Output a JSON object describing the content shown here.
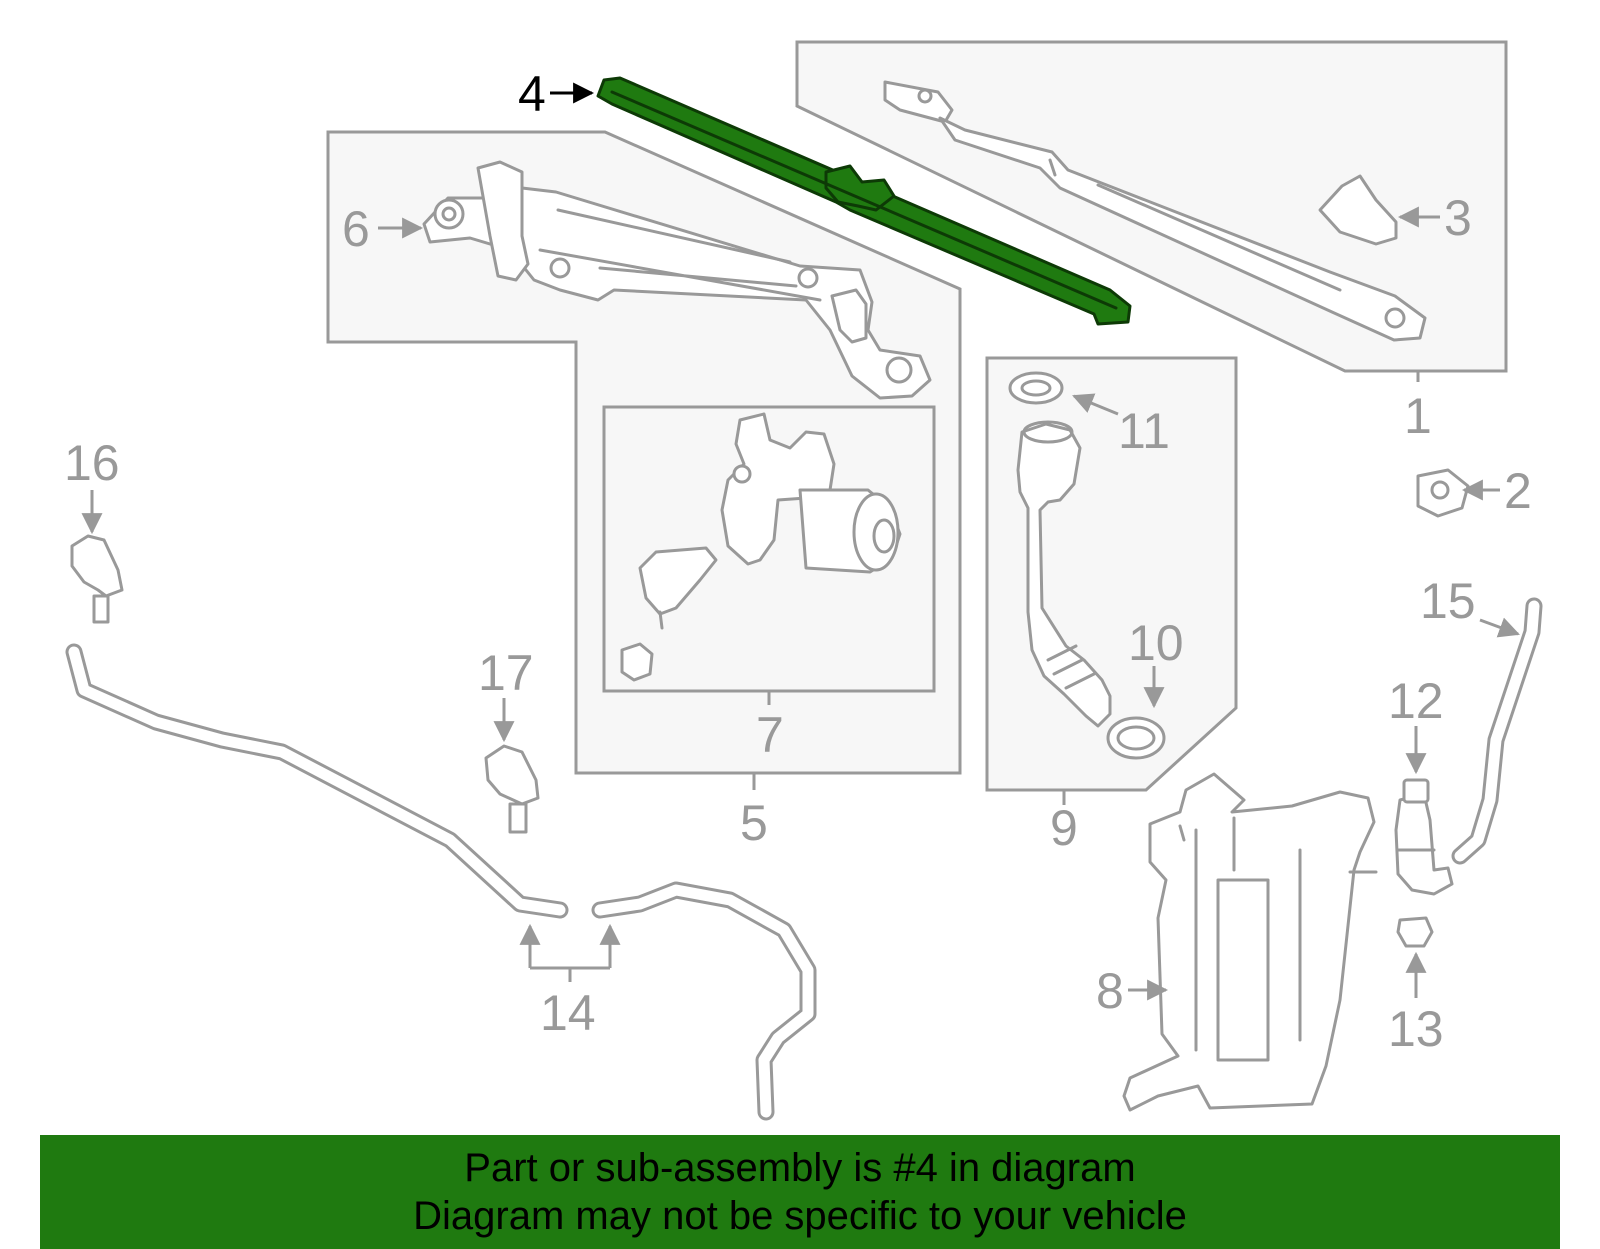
{
  "highlight_color": "#1f7a10",
  "callouts": [
    "1",
    "2",
    "3",
    "4",
    "5",
    "6",
    "7",
    "8",
    "9",
    "10",
    "11",
    "12",
    "13",
    "14",
    "15",
    "16",
    "17"
  ],
  "highlighted_callout": "4",
  "footer": {
    "line1": "Part or sub-assembly is #4 in diagram",
    "line2": "Diagram may not be specific to your vehicle"
  }
}
